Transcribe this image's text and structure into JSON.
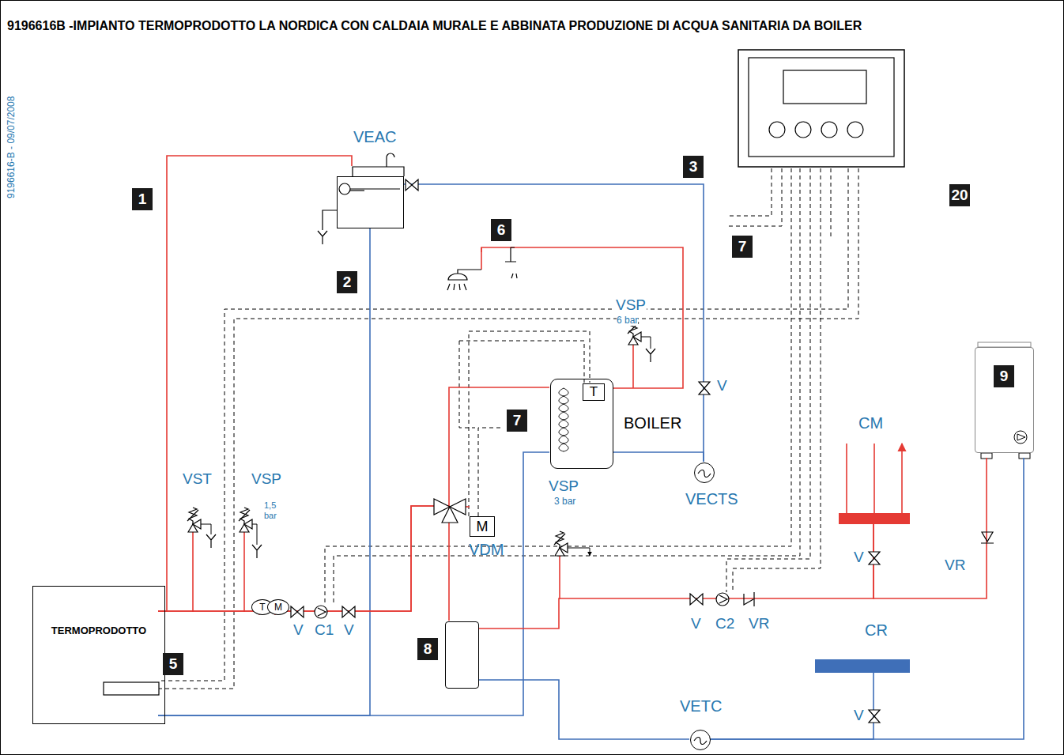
{
  "diagram": {
    "title": "9196616B -IMPIANTO TERMOPRODOTTO LA NORDICA CON CALDAIA MURALE E ABBINATA PRODUZIONE DI ACQUA SANITARIA DA BOILER",
    "nodes": [
      {
        "text": [
          "TERMOPRODOTTO"
        ]
      },
      {
        "text": [
          "VEAC"
        ]
      },
      {
        "text": [
          "BOILER"
        ]
      },
      {
        "text": [
          "T"
        ],
        "in": 2
      },
      {
        "text": [
          "M",
          "VDM"
        ]
      },
      {
        "text": [
          "8"
        ]
      },
      {
        "text": [
          "CM"
        ]
      },
      {
        "text": [
          "CR"
        ]
      },
      {
        "text": [
          "9"
        ]
      },
      {
        "text": [
          "VECTS"
        ]
      },
      {
        "text": [
          "VETC"
        ]
      },
      {
        "text": [
          "T"
        ]
      },
      {
        "text": [
          "M"
        ]
      }
    ],
    "edges": [
      {
        "from": 0,
        "to": 1,
        "arrow": "none"
      },
      {
        "from": 1,
        "to": 0,
        "arrow": "none"
      },
      {
        "from": 0,
        "to": 2,
        "arrow": "none"
      },
      {
        "from": 0,
        "to": 5,
        "arrow": "none"
      },
      {
        "from": 2,
        "to": 0,
        "arrow": "none"
      },
      {
        "from": 5,
        "to": 6,
        "arrow": "none"
      },
      {
        "from": 5,
        "to": 10,
        "arrow": "none"
      },
      {
        "from": 10,
        "to": 8,
        "arrow": "none"
      },
      {
        "from": 7,
        "to": 10,
        "arrow": "none"
      },
      {
        "from": 8,
        "to": 6,
        "arrow": "none"
      },
      {
        "from": 9,
        "to": 2,
        "arrow": "none"
      },
      {
        "from": 9,
        "to": 1,
        "arrow": "none"
      }
    ],
    "labels": [
      "9196616-B - 09/07/2008",
      "1",
      "2",
      "3",
      "5",
      "6",
      "7",
      "7",
      "20",
      "VST",
      "VSP",
      "1,5 bar",
      "VSP",
      "6 bar",
      "VSP",
      "3 bar",
      "V",
      "C1",
      "V",
      "V",
      "C2",
      "VR",
      "V",
      "V",
      "V",
      "VR"
    ]
  }
}
